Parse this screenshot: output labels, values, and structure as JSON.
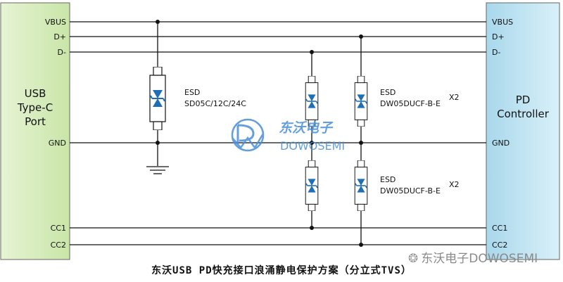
{
  "left_block": {
    "line1": "USB",
    "line2": "Type-C",
    "line3": "Port"
  },
  "right_block": {
    "line1": "PD",
    "line2": "Controller"
  },
  "signals": {
    "vbus": "VBUS",
    "dplus": "D+",
    "dminus": "D-",
    "gnd": "GND",
    "cc1": "CC1",
    "cc2": "CC2"
  },
  "tvs_vbus": {
    "name": "ESD",
    "part": "SD05C/12C/24C"
  },
  "tvs_data_top": {
    "name": "ESD",
    "part": "DW05DUCF-B-E",
    "qty": "X2"
  },
  "tvs_data_bottom": {
    "name": "ESD",
    "part": "DW05DUCF-B-E",
    "qty": "X2"
  },
  "logo": {
    "cn": "东沃电子",
    "en": "DOWOSEMI"
  },
  "watermark": "东沃电子DOWOSEMI",
  "caption": "东沃USB PD快充接口浪涌静电保护方案（分立式TVS）",
  "colors": {
    "left_fill": "#d6edbd",
    "right_fill": "#bfe2f0",
    "diode": "#1f6fb5",
    "logo": "#4a8fd6"
  }
}
